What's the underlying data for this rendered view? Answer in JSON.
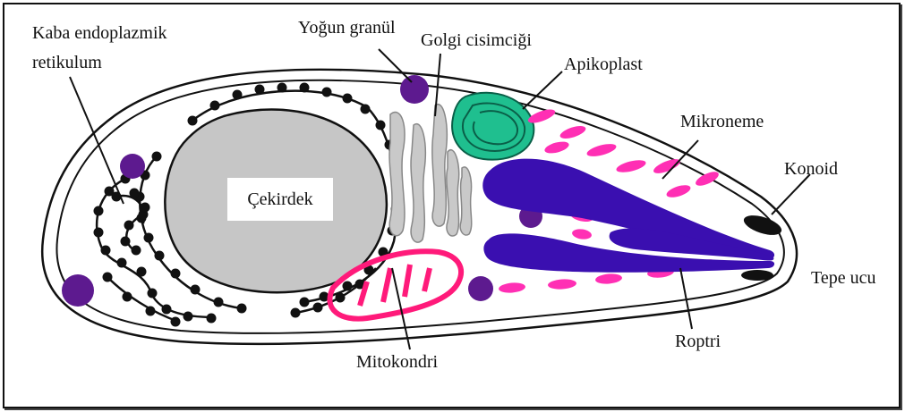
{
  "labels": {
    "rough_er_line1": "Kaba endoplazmik",
    "rough_er_line2": "retikulum",
    "dense_granule": "Yoğun granül",
    "golgi": "Golgi cisimciği",
    "apicoplast": "Apikoplast",
    "microneme": "Mikroneme",
    "conoid": "Konoid",
    "apical_tip": "Tepe ucu",
    "rhoptry": "Roptri",
    "mitochondrion": "Mitokondri",
    "nucleus": "Çekirdek"
  },
  "colors": {
    "outline": "#111111",
    "nucleus_fill": "#c6c6c6",
    "golgi_fill": "#c9c9c9",
    "granule_fill": "#5d1a8f",
    "apicoplast_fill": "#1fbf8f",
    "microneme_fill": "#ff2fb4",
    "rhoptry_fill": "#3a0fb0",
    "mitochondrion_stroke": "#ff1a7a",
    "conoid_fill": "#111111"
  }
}
